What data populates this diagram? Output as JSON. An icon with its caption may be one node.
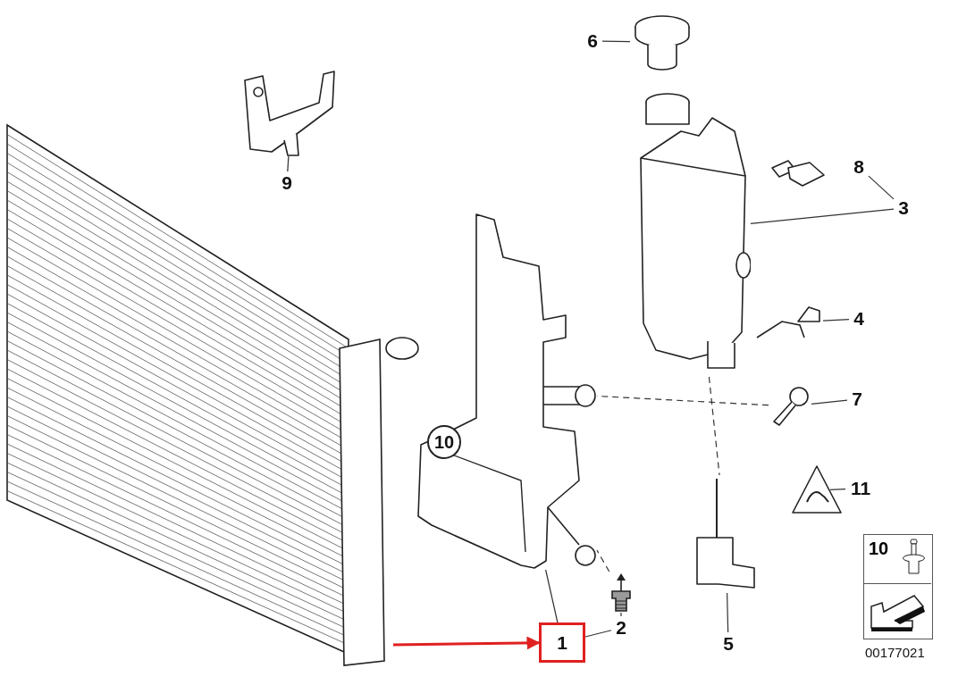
{
  "diagram": {
    "nodes": [
      {
        "text": [
          "6"
        ]
      },
      {
        "text": [],
        "shape": "picture"
      },
      {
        "text": [
          "9"
        ]
      },
      {
        "text": [],
        "shape": "picture"
      },
      {
        "text": [
          "8"
        ]
      },
      {
        "text": [],
        "shape": "picture"
      },
      {
        "text": [
          "3"
        ]
      },
      {
        "text": [],
        "shape": "picture"
      },
      {
        "text": [
          "4"
        ]
      },
      {
        "text": [],
        "shape": "picture"
      },
      {
        "text": [
          "7"
        ]
      },
      {
        "text": [],
        "shape": "picture"
      },
      {
        "text": [
          "11"
        ]
      },
      {
        "text": [],
        "shape": "picture"
      },
      {
        "text": [
          "5"
        ]
      },
      {
        "text": [],
        "shape": "picture"
      },
      {
        "text": [
          "2"
        ]
      },
      {
        "text": [],
        "shape": "picture"
      },
      {
        "text": [
          "1"
        ]
      },
      {
        "text": [],
        "shape": "picture"
      }
    ],
    "edges": [
      {
        "from": 0,
        "to": 1,
        "arrow": "none"
      },
      {
        "from": 2,
        "to": 3,
        "arrow": "none"
      },
      {
        "from": 6,
        "to": 4,
        "arrow": "none"
      },
      {
        "from": 6,
        "to": 7,
        "arrow": "none"
      },
      {
        "from": 8,
        "to": 9,
        "arrow": "none"
      },
      {
        "from": 10,
        "to": 11,
        "arrow": "none"
      },
      {
        "from": 12,
        "to": 13,
        "arrow": "none"
      },
      {
        "from": 14,
        "to": 15,
        "arrow": "none"
      },
      {
        "from": 16,
        "to": 17,
        "arrow": "none"
      },
      {
        "from": 18,
        "to": 19,
        "arrow": "none"
      },
      {
        "from": 18,
        "to": 16,
        "arrow": "none"
      },
      {
        "from": null,
        "to": 18,
        "arrow": "to",
        "style": "thick",
        "color": "#e02020"
      },
      {
        "from": 7,
        "to": 15,
        "arrow": "none",
        "style": "dashed"
      },
      {
        "from": 11,
        "to": 19,
        "arrow": "none",
        "style": "dashed"
      },
      {
        "from": 17,
        "to": 19,
        "arrow": "none",
        "style": "dashed"
      }
    ],
    "labels": [
      "10",
      "10",
      "00177021"
    ]
  }
}
